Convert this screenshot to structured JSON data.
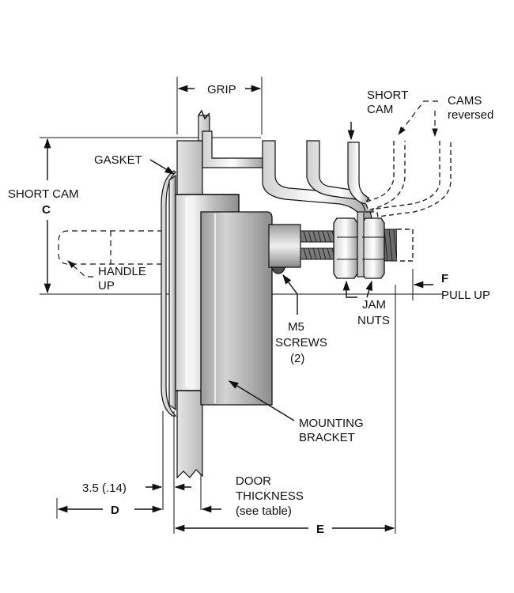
{
  "labels": {
    "grip": "GRIP",
    "short_cam_top_1": "SHORT",
    "short_cam_top_2": "CAM",
    "cams_reversed_1": "CAMS",
    "cams_reversed_2": "reversed",
    "gasket": "GASKET",
    "short_cam_left": "SHORT CAM",
    "dim_c": "C",
    "handle_up_1": "HANDLE",
    "handle_up_2": "UP",
    "dim_f": "F",
    "pull_up": "PULL UP",
    "jam_nuts_1": "JAM",
    "jam_nuts_2": "NUTS",
    "m5_screws_1": "M5",
    "m5_screws_2": "SCREWS",
    "m5_screws_3": "(2)",
    "mounting_bracket_1": "MOUNTING",
    "mounting_bracket_2": "BRACKET",
    "dim_35": "3.5 (.14)",
    "dim_d": "D",
    "door_thickness_1": "DOOR",
    "door_thickness_2": "THICKNESS",
    "door_thickness_3": "(see table)",
    "dim_e": "E"
  },
  "colors": {
    "line": "#111111",
    "metal_light": "#e8e8e8",
    "metal_mid": "#a8a8a8",
    "metal_dark": "#6e6e6e"
  }
}
